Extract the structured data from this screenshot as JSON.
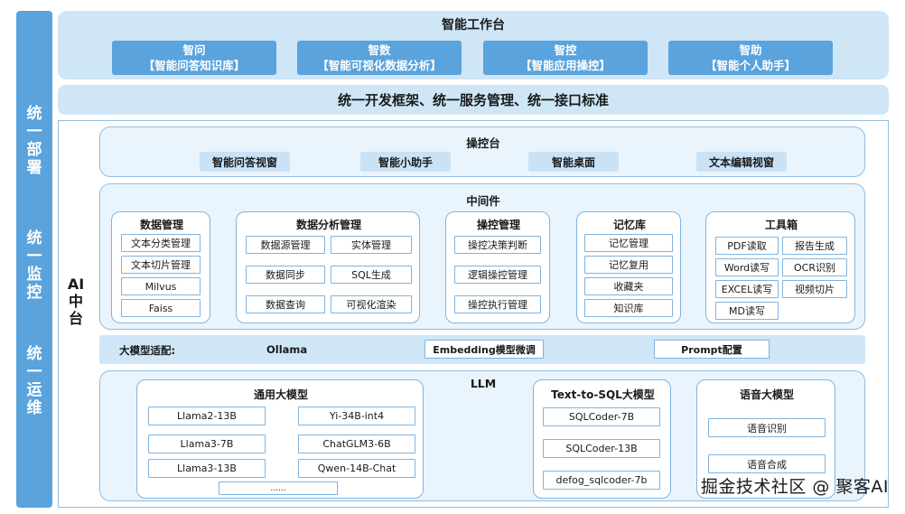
{
  "left_bar": {
    "deploy": [
      "统",
      "一",
      "部",
      "署"
    ],
    "monitor": [
      "统",
      "一",
      "监",
      "控"
    ],
    "ops": [
      "统",
      "一",
      "运",
      "维"
    ]
  },
  "workbench": {
    "title": "智能工作台",
    "cards": [
      {
        "name": "智问",
        "desc": "【智能问答知识库】"
      },
      {
        "name": "智数",
        "desc": "【智能可视化数据分析】"
      },
      {
        "name": "智控",
        "desc": "【智能应用操控】"
      },
      {
        "name": "智助",
        "desc": "【智能个人助手】"
      }
    ]
  },
  "unify_bar": "统一开发框架、统一服务管理、统一接口标准",
  "ai_platform": {
    "label": [
      "AI",
      "中",
      "台"
    ]
  },
  "console": {
    "title": "操控台",
    "items": [
      "智能问答视窗",
      "智能小助手",
      "智能桌面",
      "文本编辑视窗"
    ]
  },
  "middleware": {
    "title": "中间件",
    "data_mgmt": {
      "title": "数据管理",
      "items": [
        "文本分类管理",
        "文本切片管理",
        "Milvus",
        "Faiss"
      ]
    },
    "analysis": {
      "title": "数据分析管理",
      "items": [
        "数据源管理",
        "实体管理",
        "数据同步",
        "SQL生成",
        "数据查询",
        "可视化渲染"
      ]
    },
    "control": {
      "title": "操控管理",
      "items": [
        "操控决策判断",
        "逻辑操控管理",
        "操控执行管理"
      ]
    },
    "memory": {
      "title": "记忆库",
      "items": [
        "记忆管理",
        "记忆复用",
        "收藏夹",
        "知识库"
      ]
    },
    "toolbox": {
      "title": "工具箱",
      "items": [
        "PDF读取",
        "报告生成",
        "Word读写",
        "OCR识别",
        "EXCEL读写",
        "视频切片",
        "MD读写"
      ]
    }
  },
  "adapter": {
    "label": "大模型适配:",
    "ollama": "Ollama",
    "embedding": "Embedding模型微调",
    "prompt": "Prompt配置"
  },
  "llm": {
    "title": "LLM",
    "general": {
      "title": "通用大模型",
      "items": [
        "Llama2-13B",
        "Yi-34B-int4",
        "Llama3-7B",
        "ChatGLM3-6B",
        "Llama3-13B",
        "Qwen-14B-Chat",
        "......"
      ]
    },
    "text2sql": {
      "title": "Text-to-SQL大模型",
      "items": [
        "SQLCoder-7B",
        "SQLCoder-13B",
        "defog_sqlcoder-7b"
      ]
    },
    "speech": {
      "title": "语音大模型",
      "items": [
        "语音识别",
        "语音合成"
      ]
    }
  },
  "watermark": "掘金技术社区 @ 聚客AI"
}
